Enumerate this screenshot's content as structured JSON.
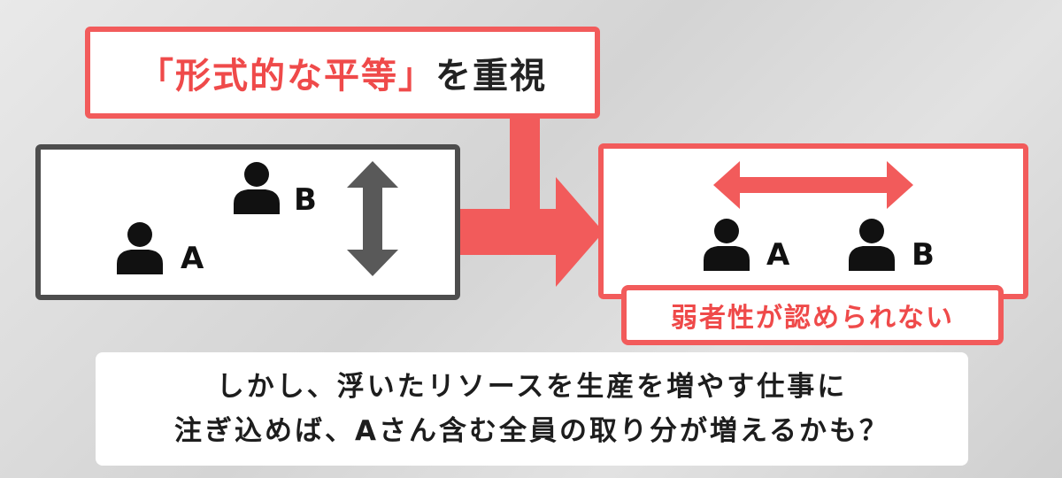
{
  "title": {
    "highlight": "「形式的な平等」",
    "rest": "を重視"
  },
  "left_panel": {
    "person_a": "A",
    "person_b": "B"
  },
  "right_panel": {
    "person_a": "A",
    "person_b": "B"
  },
  "weak_note": "弱者性が認められない",
  "bottom_text": {
    "line1": "しかし、浮いたリソースを生産を増やす仕事に",
    "line2": "注ぎ込めば、Aさん含む全員の取り分が増えるかも？"
  },
  "colors": {
    "accent": "#f25b5b",
    "accent_text": "#ef4a4a",
    "dark_border": "#4d4d4d",
    "person": "#111111",
    "gray_arrow": "#595959"
  },
  "icons": [
    "person-icon",
    "vertical-double-arrow-icon",
    "horizontal-double-arrow-icon",
    "bent-arrow-icon"
  ]
}
